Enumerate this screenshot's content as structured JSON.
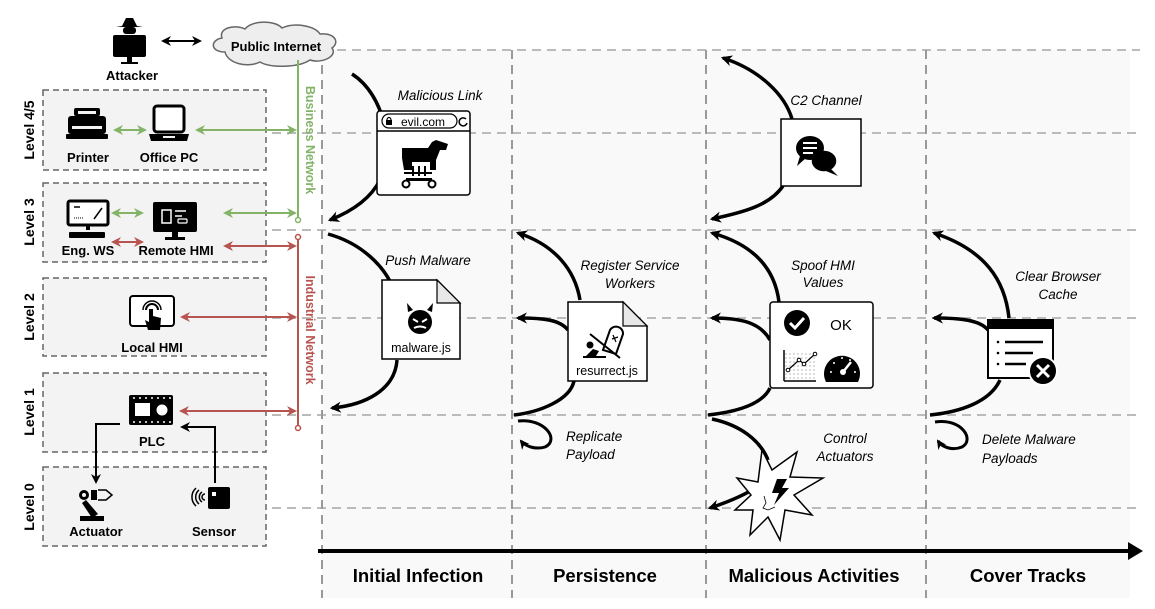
{
  "network": {
    "attacker_label": "Attacker",
    "internet_label": "Public Internet",
    "business_network_label": "Business Network",
    "industrial_network_label": "Industrial Network",
    "colors": {
      "business": "#82b366",
      "industrial": "#b85450",
      "grid": "#bbbbbb",
      "panel": "#f9f9f9",
      "level_box": "#f3f3f3"
    },
    "levels": [
      {
        "label": "Level 4/5",
        "devices": [
          "Printer",
          "Office PC"
        ]
      },
      {
        "label": "Level 3",
        "devices": [
          "Eng. WS",
          "Remote HMI"
        ]
      },
      {
        "label": "Level 2",
        "devices": [
          "Local HMI"
        ]
      },
      {
        "label": "Level 1",
        "devices": [
          "PLC"
        ]
      },
      {
        "label": "Level 0",
        "devices": [
          "Actuator",
          "Sensor"
        ]
      }
    ]
  },
  "phases": [
    {
      "label": "Initial Infection"
    },
    {
      "label": "Persistence"
    },
    {
      "label": "Malicious Activities"
    },
    {
      "label": "Cover Tracks"
    }
  ],
  "steps": {
    "malicious_link": {
      "label": "Malicious Link",
      "url": "evil.com"
    },
    "push_malware": {
      "label": "Push Malware",
      "file": "malware.js"
    },
    "register_sw": {
      "line1": "Register Service",
      "line2": "Workers",
      "file": "resurrect.js"
    },
    "replicate": {
      "line1": "Replicate",
      "line2": "Payload"
    },
    "c2": {
      "label": "C2 Channel"
    },
    "spoof": {
      "line1": "Spoof HMI",
      "line2": "Values",
      "ok": "OK"
    },
    "control": {
      "line1": "Control",
      "line2": "Actuators"
    },
    "clear_cache": {
      "line1": "Clear Browser",
      "line2": "Cache"
    },
    "delete": {
      "line1": "Delete Malware",
      "line2": "Payloads"
    }
  }
}
